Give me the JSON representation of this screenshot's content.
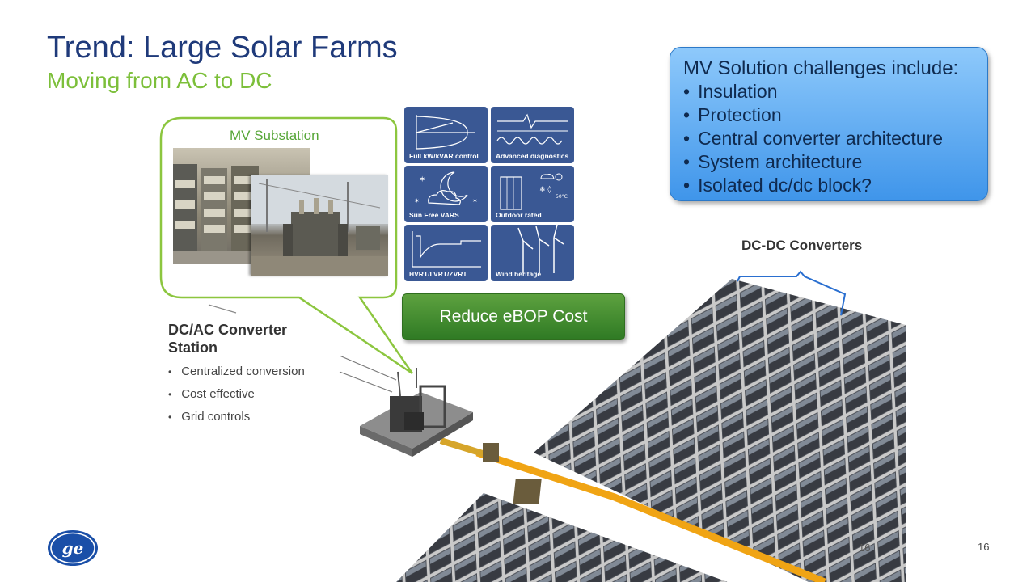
{
  "slide": {
    "title": "Trend: Large Solar Farms",
    "subtitle": "Moving from AC to DC",
    "page_number": "16",
    "inner_page_number": "16"
  },
  "challenges": {
    "heading": "MV Solution challenges include:",
    "items": [
      "Insulation",
      "Protection",
      "Central converter architecture",
      "System architecture",
      "Isolated dc/dc block?"
    ]
  },
  "substation": {
    "title": "MV Substation"
  },
  "features": [
    {
      "label": "Full kW/kVAR control",
      "icon": "pq-curve-icon"
    },
    {
      "label": "Advanced diagnostics",
      "icon": "waveform-icon"
    },
    {
      "label": "Sun Free VARS",
      "icon": "moon-cloud-icon"
    },
    {
      "label": "Outdoor rated",
      "icon": "weather-cabinet-icon"
    },
    {
      "label": "HVRT/LVRT/ZVRT",
      "icon": "ride-through-chart-icon"
    },
    {
      "label": "Wind heritage",
      "icon": "wind-turbine-icon"
    }
  ],
  "action": {
    "label": "Reduce eBOP Cost"
  },
  "station": {
    "title": "DC/AC Converter Station",
    "items": [
      "Centralized conversion",
      "Cost effective",
      "Grid controls"
    ]
  },
  "dc_converters": {
    "label": "DC-DC Converters"
  },
  "colors": {
    "title": "#1f3a7a",
    "subtitle": "#7cbf3a",
    "callout": "#4a9ff0",
    "tile": "#3a5894",
    "button": "#3f8a2c",
    "cable": "#f0a414",
    "bracket": "#2a6fd0"
  }
}
